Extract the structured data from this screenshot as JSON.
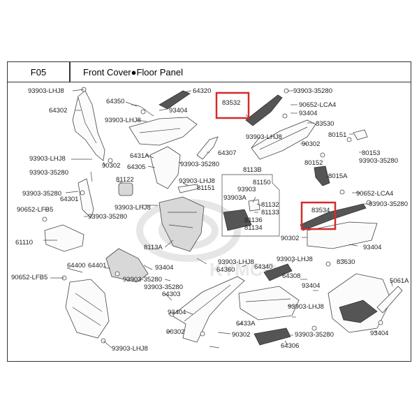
{
  "header": {
    "section_code": "F05",
    "title": "Front Cover●Floor Panel"
  },
  "watermark": "KYMCO",
  "callouts": [
    {
      "id": "c1",
      "text": "93903-LHJ8"
    },
    {
      "id": "c2",
      "text": "64302"
    },
    {
      "id": "c3",
      "text": "64350"
    },
    {
      "id": "c4",
      "text": "64320"
    },
    {
      "id": "c5",
      "text": "93404"
    },
    {
      "id": "c6",
      "text": "93903-LHJ8"
    },
    {
      "id": "c7",
      "text": "83532"
    },
    {
      "id": "c8",
      "text": "93903-35280"
    },
    {
      "id": "c9",
      "text": "90652-LCA4"
    },
    {
      "id": "c10",
      "text": "93404"
    },
    {
      "id": "c11",
      "text": "83530"
    },
    {
      "id": "c12",
      "text": "93903-LHJ8"
    },
    {
      "id": "c13",
      "text": "80151"
    },
    {
      "id": "c14",
      "text": "90302"
    },
    {
      "id": "c15",
      "text": "80153"
    },
    {
      "id": "c16",
      "text": "93903-35280"
    },
    {
      "id": "c17",
      "text": "93903-LHJ8"
    },
    {
      "id": "c18",
      "text": "90302"
    },
    {
      "id": "c19",
      "text": "6431A"
    },
    {
      "id": "c20",
      "text": "64307"
    },
    {
      "id": "c21",
      "text": "64305"
    },
    {
      "id": "c22",
      "text": "93903-35280"
    },
    {
      "id": "c23",
      "text": "8113B"
    },
    {
      "id": "c24",
      "text": "80152"
    },
    {
      "id": "c25",
      "text": "8015A"
    },
    {
      "id": "c26",
      "text": "93903-35280"
    },
    {
      "id": "c27",
      "text": "81122"
    },
    {
      "id": "c28",
      "text": "93903-LHJ8"
    },
    {
      "id": "c29",
      "text": "81151"
    },
    {
      "id": "c30",
      "text": "81150"
    },
    {
      "id": "c31",
      "text": "93903"
    },
    {
      "id": "c32",
      "text": "93903A"
    },
    {
      "id": "c33",
      "text": "81132"
    },
    {
      "id": "c34",
      "text": "81133"
    },
    {
      "id": "c35",
      "text": "81136"
    },
    {
      "id": "c36",
      "text": "81134"
    },
    {
      "id": "c37",
      "text": "93903-35280"
    },
    {
      "id": "c38",
      "text": "64301"
    },
    {
      "id": "c39",
      "text": "93903-LHJ8"
    },
    {
      "id": "c40",
      "text": "93903-35280"
    },
    {
      "id": "c41",
      "text": "90652-LCA4"
    },
    {
      "id": "c42",
      "text": "83534"
    },
    {
      "id": "c43",
      "text": "93903-35280"
    },
    {
      "id": "c44",
      "text": "90652-LFB5"
    },
    {
      "id": "c45",
      "text": "61110"
    },
    {
      "id": "c46",
      "text": "8113A"
    },
    {
      "id": "c47",
      "text": "90302"
    },
    {
      "id": "c48",
      "text": "93404"
    },
    {
      "id": "c49",
      "text": "64400"
    },
    {
      "id": "c50",
      "text": "64401"
    },
    {
      "id": "c51",
      "text": "93404"
    },
    {
      "id": "c52",
      "text": "93903-LHJ8"
    },
    {
      "id": "c53",
      "text": "64360"
    },
    {
      "id": "c54",
      "text": "64340"
    },
    {
      "id": "c55",
      "text": "93903-LHJ8"
    },
    {
      "id": "c56",
      "text": "83630"
    },
    {
      "id": "c57",
      "text": "93903-35280"
    },
    {
      "id": "c58",
      "text": "90652-LFB5"
    },
    {
      "id": "c59",
      "text": "93903-35280"
    },
    {
      "id": "c60",
      "text": "64308"
    },
    {
      "id": "c61",
      "text": "93404"
    },
    {
      "id": "c62",
      "text": "5061A"
    },
    {
      "id": "c63",
      "text": "64303"
    },
    {
      "id": "c64",
      "text": "93903-LHJ8"
    },
    {
      "id": "c65",
      "text": "93404"
    },
    {
      "id": "c66",
      "text": "6433A"
    },
    {
      "id": "c67",
      "text": "90302"
    },
    {
      "id": "c68",
      "text": "90302"
    },
    {
      "id": "c69",
      "text": "93903-35280"
    },
    {
      "id": "c70",
      "text": "93404"
    },
    {
      "id": "c71",
      "text": "93903-LHJ8"
    },
    {
      "id": "c72",
      "text": "64306"
    }
  ]
}
